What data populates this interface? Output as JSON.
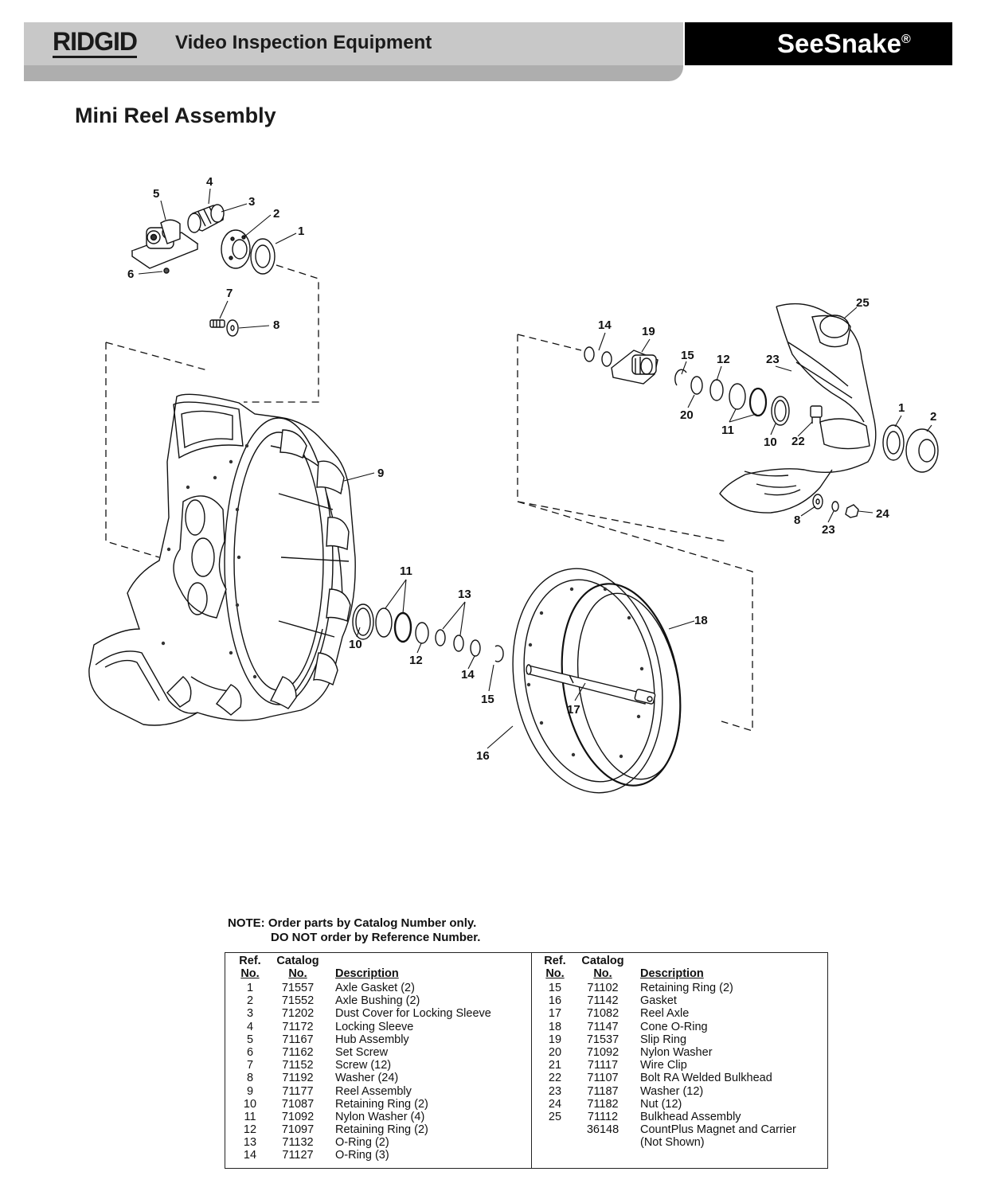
{
  "header": {
    "brand": "RIDGID",
    "subtitle": "Video Inspection Equipment",
    "product": "SeeSnake"
  },
  "page_title": "Mini Reel Assembly",
  "diagram": {
    "callouts": [
      "1",
      "2",
      "3",
      "4",
      "5",
      "6",
      "7",
      "8",
      "9",
      "10",
      "11",
      "12",
      "13",
      "14",
      "15",
      "16",
      "17",
      "18",
      "19",
      "20",
      "22",
      "23",
      "24",
      "25"
    ]
  },
  "note": {
    "line1": "NOTE: Order parts by Catalog Number only.",
    "line2": "DO NOT order by Reference Number."
  },
  "table": {
    "headers": {
      "ref_top": "Ref.",
      "ref_bottom": "No.",
      "cat_top": "Catalog",
      "cat_bottom": "No.",
      "desc": "Description"
    },
    "parts": [
      {
        "ref": "1",
        "catalog": "71557",
        "description": "Axle Gasket (2)"
      },
      {
        "ref": "2",
        "catalog": "71552",
        "description": "Axle Bushing (2)"
      },
      {
        "ref": "3",
        "catalog": "71202",
        "description": "Dust Cover for Locking Sleeve"
      },
      {
        "ref": "4",
        "catalog": "71172",
        "description": "Locking Sleeve"
      },
      {
        "ref": "5",
        "catalog": "71167",
        "description": "Hub Assembly"
      },
      {
        "ref": "6",
        "catalog": "71162",
        "description": "Set Screw"
      },
      {
        "ref": "7",
        "catalog": "71152",
        "description": "Screw (12)"
      },
      {
        "ref": "8",
        "catalog": "71192",
        "description": "Washer (24)"
      },
      {
        "ref": "9",
        "catalog": "71177",
        "description": "Reel Assembly"
      },
      {
        "ref": "10",
        "catalog": "71087",
        "description": "Retaining Ring (2)"
      },
      {
        "ref": "11",
        "catalog": "71092",
        "description": "Nylon Washer (4)"
      },
      {
        "ref": "12",
        "catalog": "71097",
        "description": "Retaining Ring (2)"
      },
      {
        "ref": "13",
        "catalog": "71132",
        "description": "O-Ring (2)"
      },
      {
        "ref": "14",
        "catalog": "71127",
        "description": "O-Ring (3)"
      },
      {
        "ref": "15",
        "catalog": "71102",
        "description": "Retaining Ring (2)"
      },
      {
        "ref": "16",
        "catalog": "71142",
        "description": "Gasket"
      },
      {
        "ref": "17",
        "catalog": "71082",
        "description": "Reel Axle"
      },
      {
        "ref": "18",
        "catalog": "71147",
        "description": "Cone O-Ring"
      },
      {
        "ref": "19",
        "catalog": "71537",
        "description": "Slip Ring"
      },
      {
        "ref": "20",
        "catalog": "71092",
        "description": "Nylon Washer"
      },
      {
        "ref": "21",
        "catalog": "71117",
        "description": "Wire Clip"
      },
      {
        "ref": "22",
        "catalog": "71107",
        "description": "Bolt RA Welded Bulkhead"
      },
      {
        "ref": "23",
        "catalog": "71187",
        "description": "Washer (12)"
      },
      {
        "ref": "24",
        "catalog": "71182",
        "description": "Nut (12)"
      },
      {
        "ref": "25",
        "catalog": "71112",
        "description": "Bulkhead Assembly"
      },
      {
        "ref": "",
        "catalog": "36148",
        "description": "CountPlus Magnet and Carrier"
      },
      {
        "ref": "",
        "catalog": "",
        "description": "(Not Shown)"
      }
    ]
  }
}
